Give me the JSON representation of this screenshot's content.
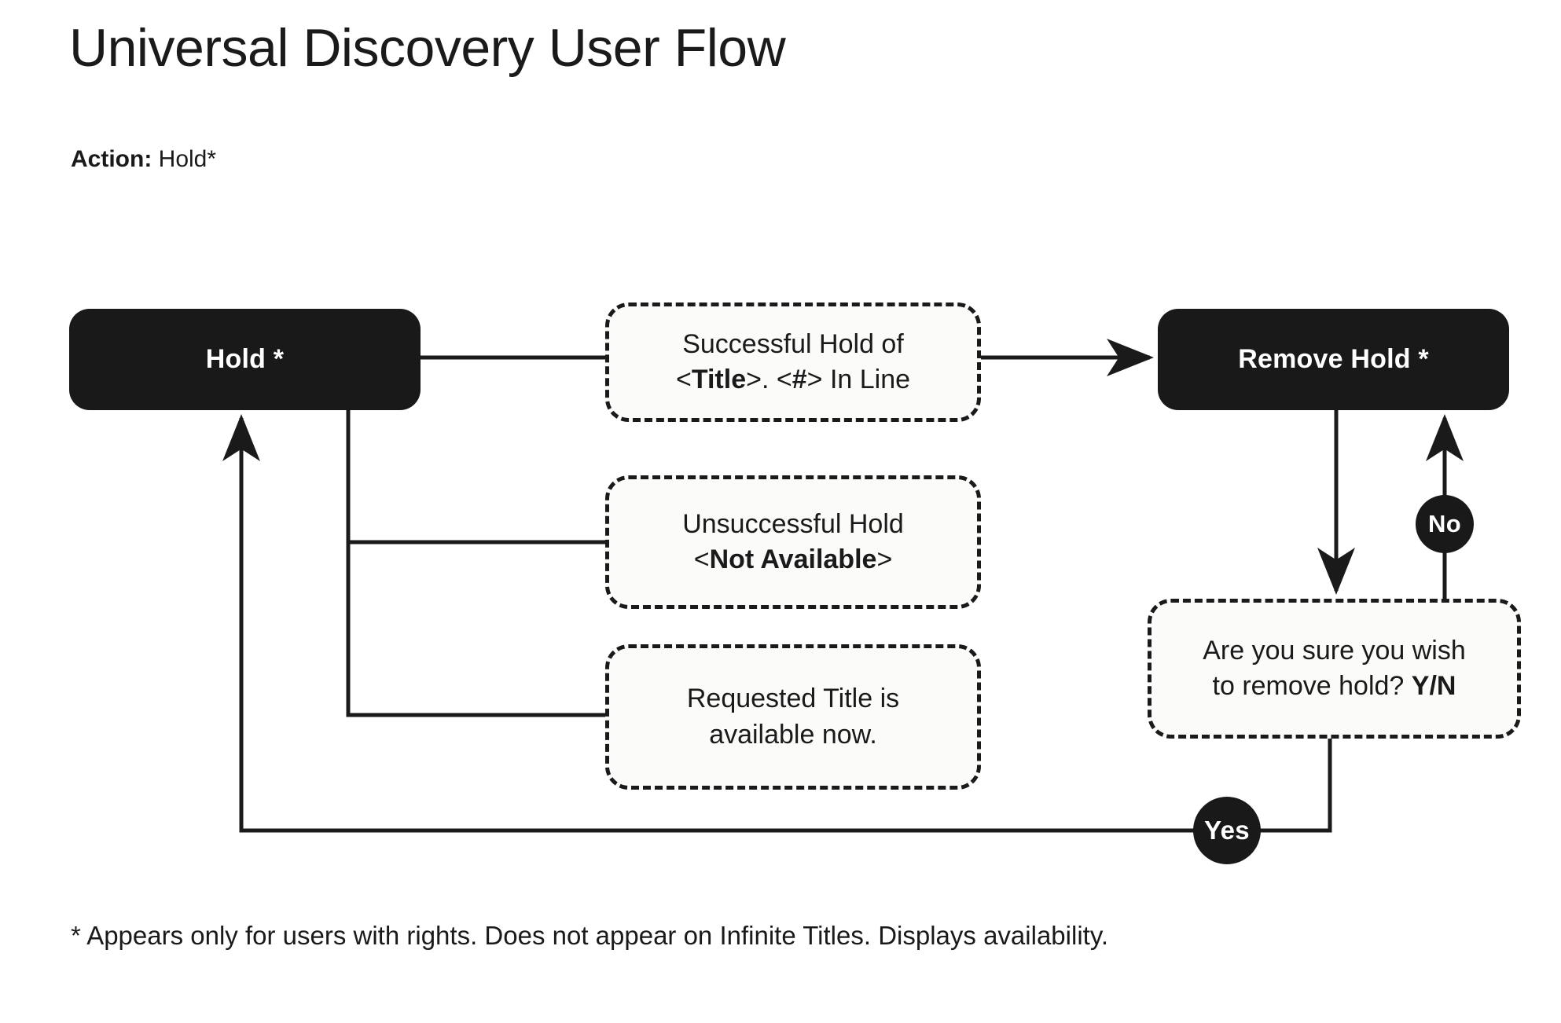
{
  "header": {
    "title": "Universal Discovery User Flow",
    "action_label": "Action:",
    "action_value": "Hold*"
  },
  "flow": {
    "nodes": {
      "hold": {
        "label": "Hold *",
        "type": "action-node"
      },
      "success": {
        "line1": "Successful Hold of",
        "open_bracket": "<",
        "title_token": "Title",
        "mid": ">.  <",
        "hash_token": "#",
        "close": "> In Line",
        "type": "message-node"
      },
      "unsuccessful": {
        "line1": "Unsuccessful Hold",
        "open_bracket": "<",
        "token": "Not Available",
        "close_bracket": ">",
        "type": "message-node"
      },
      "available": {
        "line1": "Requested Title is",
        "line2": "available now.",
        "type": "message-node"
      },
      "remove_hold": {
        "label": "Remove Hold *",
        "type": "action-node"
      },
      "confirm": {
        "line1": "Are you sure you wish",
        "line2_text": "to remove hold? ",
        "line2_token": "Y/N",
        "type": "message-node"
      }
    },
    "branch_labels": {
      "no": "No",
      "yes": "Yes"
    }
  },
  "footnote": "* Appears only for users with rights. Does not appear on Infinite Titles. Displays availability.",
  "colors": {
    "ink": "#1a1a1a",
    "node_fill": "#191919",
    "node_text": "#ffffff",
    "dashed_fill": "#fbfbf9",
    "background": "#ffffff"
  }
}
